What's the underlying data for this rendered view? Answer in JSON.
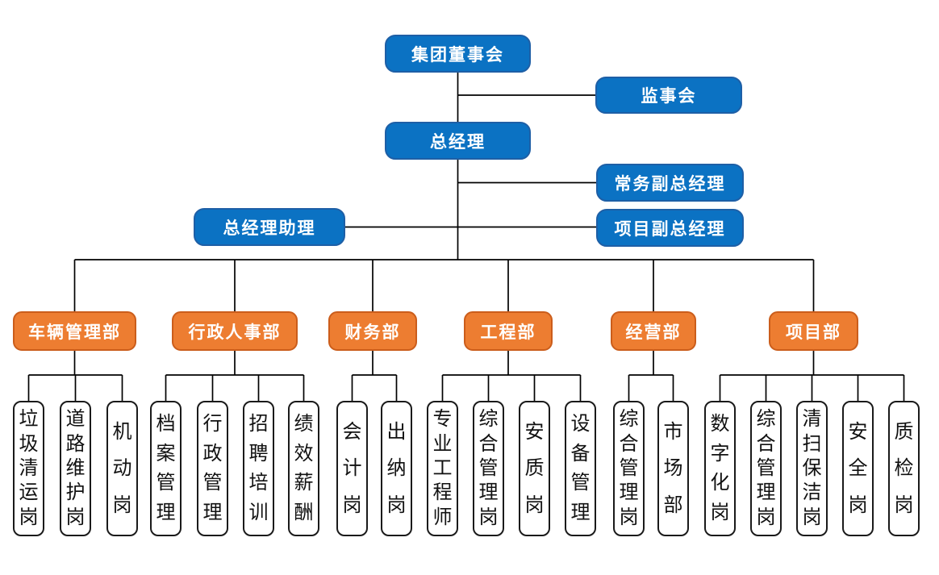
{
  "chart_title": "",
  "colors": {
    "executive_fill": "#0B72C3",
    "executive_border": "#1E5FA6",
    "department_fill": "#ED7D31",
    "department_border": "#CB5D1B",
    "position_fill": "#FFFFFF",
    "position_border": "#1A1A1A",
    "connector_line": "#000000",
    "executive_text": "#FFFFFF",
    "department_text": "#FFFFFF",
    "position_text": "#111111"
  },
  "executives": [
    {
      "label": "集团董事会"
    },
    {
      "label": "监事会"
    },
    {
      "label": "总经理"
    },
    {
      "label": "常务副总经理"
    },
    {
      "label": "总经理助理"
    },
    {
      "label": "项目副总经理"
    }
  ],
  "departments": [
    {
      "label": "车辆管理部",
      "positions": [
        {
          "label": "垃圾清运岗"
        },
        {
          "label": "道路维护岗"
        },
        {
          "label": "机动岗"
        }
      ]
    },
    {
      "label": "行政人事部",
      "positions": [
        {
          "label": "档案管理"
        },
        {
          "label": "行政管理"
        },
        {
          "label": "招聘培训"
        },
        {
          "label": "绩效薪酬"
        }
      ]
    },
    {
      "label": "财务部",
      "positions": [
        {
          "label": "会计岗"
        },
        {
          "label": "出纳岗"
        }
      ]
    },
    {
      "label": "工程部",
      "positions": [
        {
          "label": "专业工程师"
        },
        {
          "label": "综合管理岗"
        },
        {
          "label": "安质岗"
        },
        {
          "label": "设备管理"
        }
      ]
    },
    {
      "label": "经营部",
      "positions": [
        {
          "label": "综合管理岗"
        },
        {
          "label": "市场部"
        }
      ]
    },
    {
      "label": "项目部",
      "positions": [
        {
          "label": "数字化岗"
        },
        {
          "label": "综合管理岗"
        },
        {
          "label": "清扫保洁岗"
        },
        {
          "label": "安全岗"
        },
        {
          "label": "质检岗"
        }
      ]
    }
  ]
}
